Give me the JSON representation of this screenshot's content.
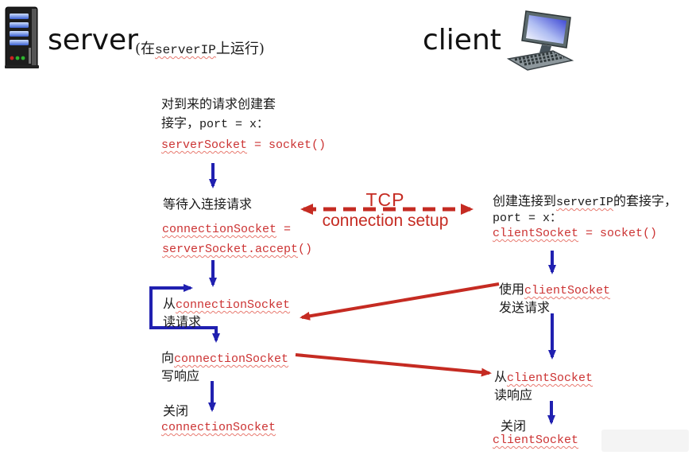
{
  "header": {
    "server_title": "server",
    "server_note_open": "(在",
    "server_note_code": "serverIP",
    "server_note_close": "上运行)",
    "client_title": "client"
  },
  "tcp_label": {
    "line1": "TCP",
    "line2": "connection setup"
  },
  "server_flow": {
    "create_line1": "对到来的请求创建套",
    "create_line2_zh": "接字，",
    "create_line2_code": "port = x：",
    "create_code_id": "serverSocket",
    "create_code_rest": " = socket()",
    "wait_label": "等待入连接请求",
    "accept_code1_id": "connectionSocket",
    "accept_code1_rest": " =",
    "accept_code2_id": "serverSocket.accept",
    "accept_code2_rest": "()",
    "read_prefix": "从",
    "read_code": "connectionSocket",
    "read_label": "读请求",
    "write_prefix": "向",
    "write_code": "connectionSocket",
    "write_label": "写响应",
    "close_label": "关闭",
    "close_code": "connectionSocket"
  },
  "client_flow": {
    "create_line1_zh1": "创建连接到",
    "create_line1_code": "serverIP",
    "create_line1_zh2": "的套接字，",
    "create_line2_code": "port = x：",
    "create_code_id": "clientSocket",
    "create_code_rest": " = socket()",
    "send_prefix": "使用",
    "send_code": "clientSocket",
    "send_label": "发送请求",
    "read_prefix": "从",
    "read_code": "clientSocket",
    "read_label": "读响应",
    "close_label": "关闭",
    "close_code": "clientSocket"
  },
  "colors": {
    "arrow_blue": "#2020b0",
    "arrow_red": "#c52b22",
    "code_red": "#cc3333",
    "text_black": "#1a1a1a"
  }
}
